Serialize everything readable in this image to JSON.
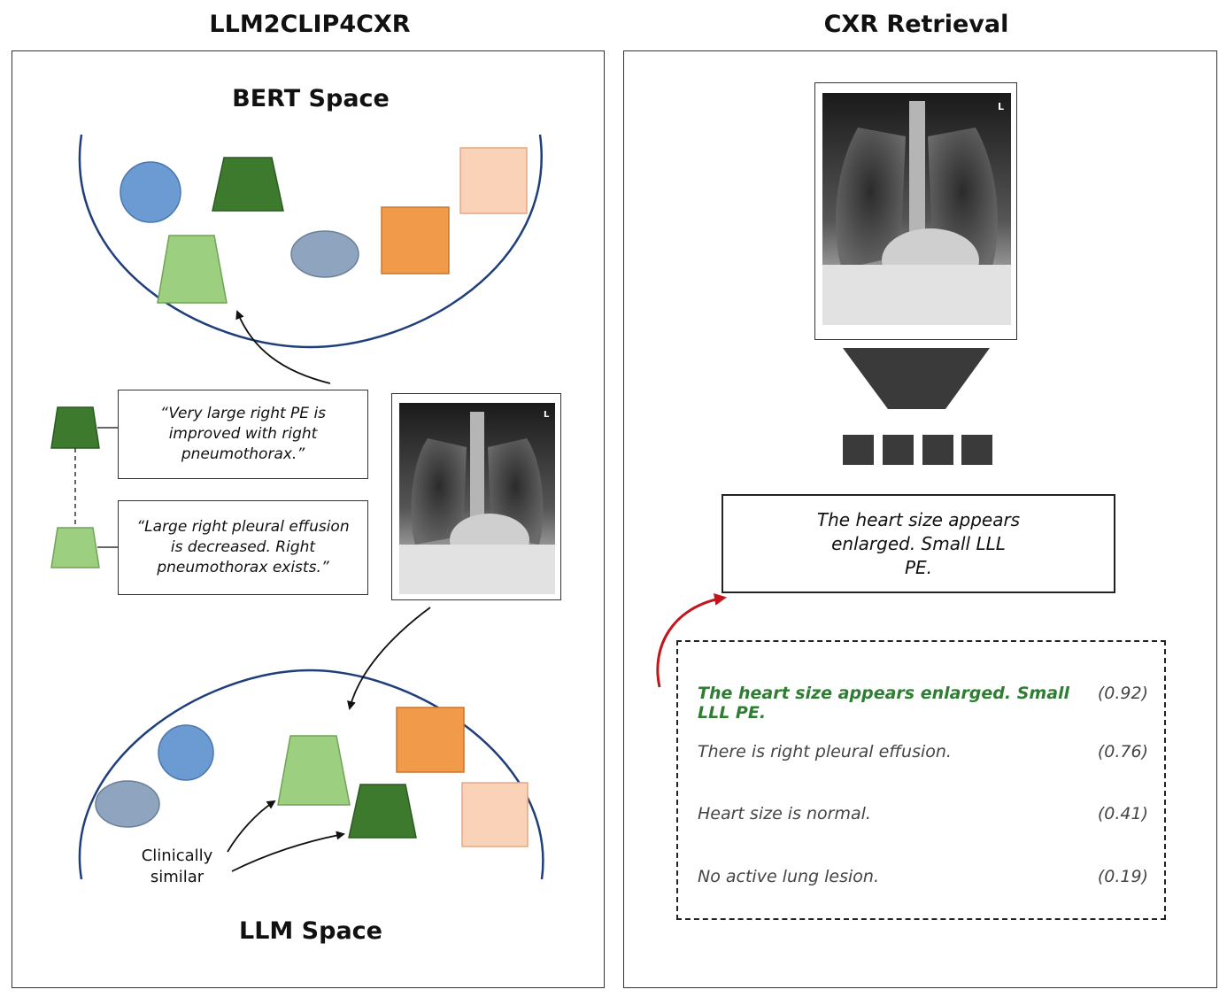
{
  "left_panel": {
    "title": "LLM2CLIP4CXR",
    "bert_space_label": "BERT Space",
    "llm_space_label": "LLM Space",
    "quote_1": "“Very large right PE is improved with right pneumothorax.”",
    "quote_2": "“Large right pleural effusion is decreased. Right pneumothorax exists.”",
    "clinically_similar": "Clinically similar",
    "xray_marker": "L"
  },
  "right_panel": {
    "title": "CXR Retrieval",
    "xray_marker": "L",
    "query_text": "The heart size appears enlarged. Small LLL PE.",
    "results": [
      {
        "text": "The heart size appears enlarged. Small LLL PE.",
        "score": "(0.92)"
      },
      {
        "text": "There is right pleural effusion.",
        "score": "(0.76)"
      },
      {
        "text": "Heart size is normal.",
        "score": "(0.41)"
      },
      {
        "text": "No active lung lesion.",
        "score": "(0.19)"
      }
    ]
  },
  "colors": {
    "blue_circle": "#6b9bd2",
    "gray_ellipse": "#8fa4bf",
    "dark_green": "#3d7a2e",
    "light_green": "#9ccf80",
    "orange": "#f09a4a",
    "light_orange": "#fad2b8",
    "space_curve": "#1f3f7a",
    "highlight_green": "#2e7d32",
    "red_arrow": "#c0161c",
    "encoder_gray": "#3a3a3a"
  }
}
